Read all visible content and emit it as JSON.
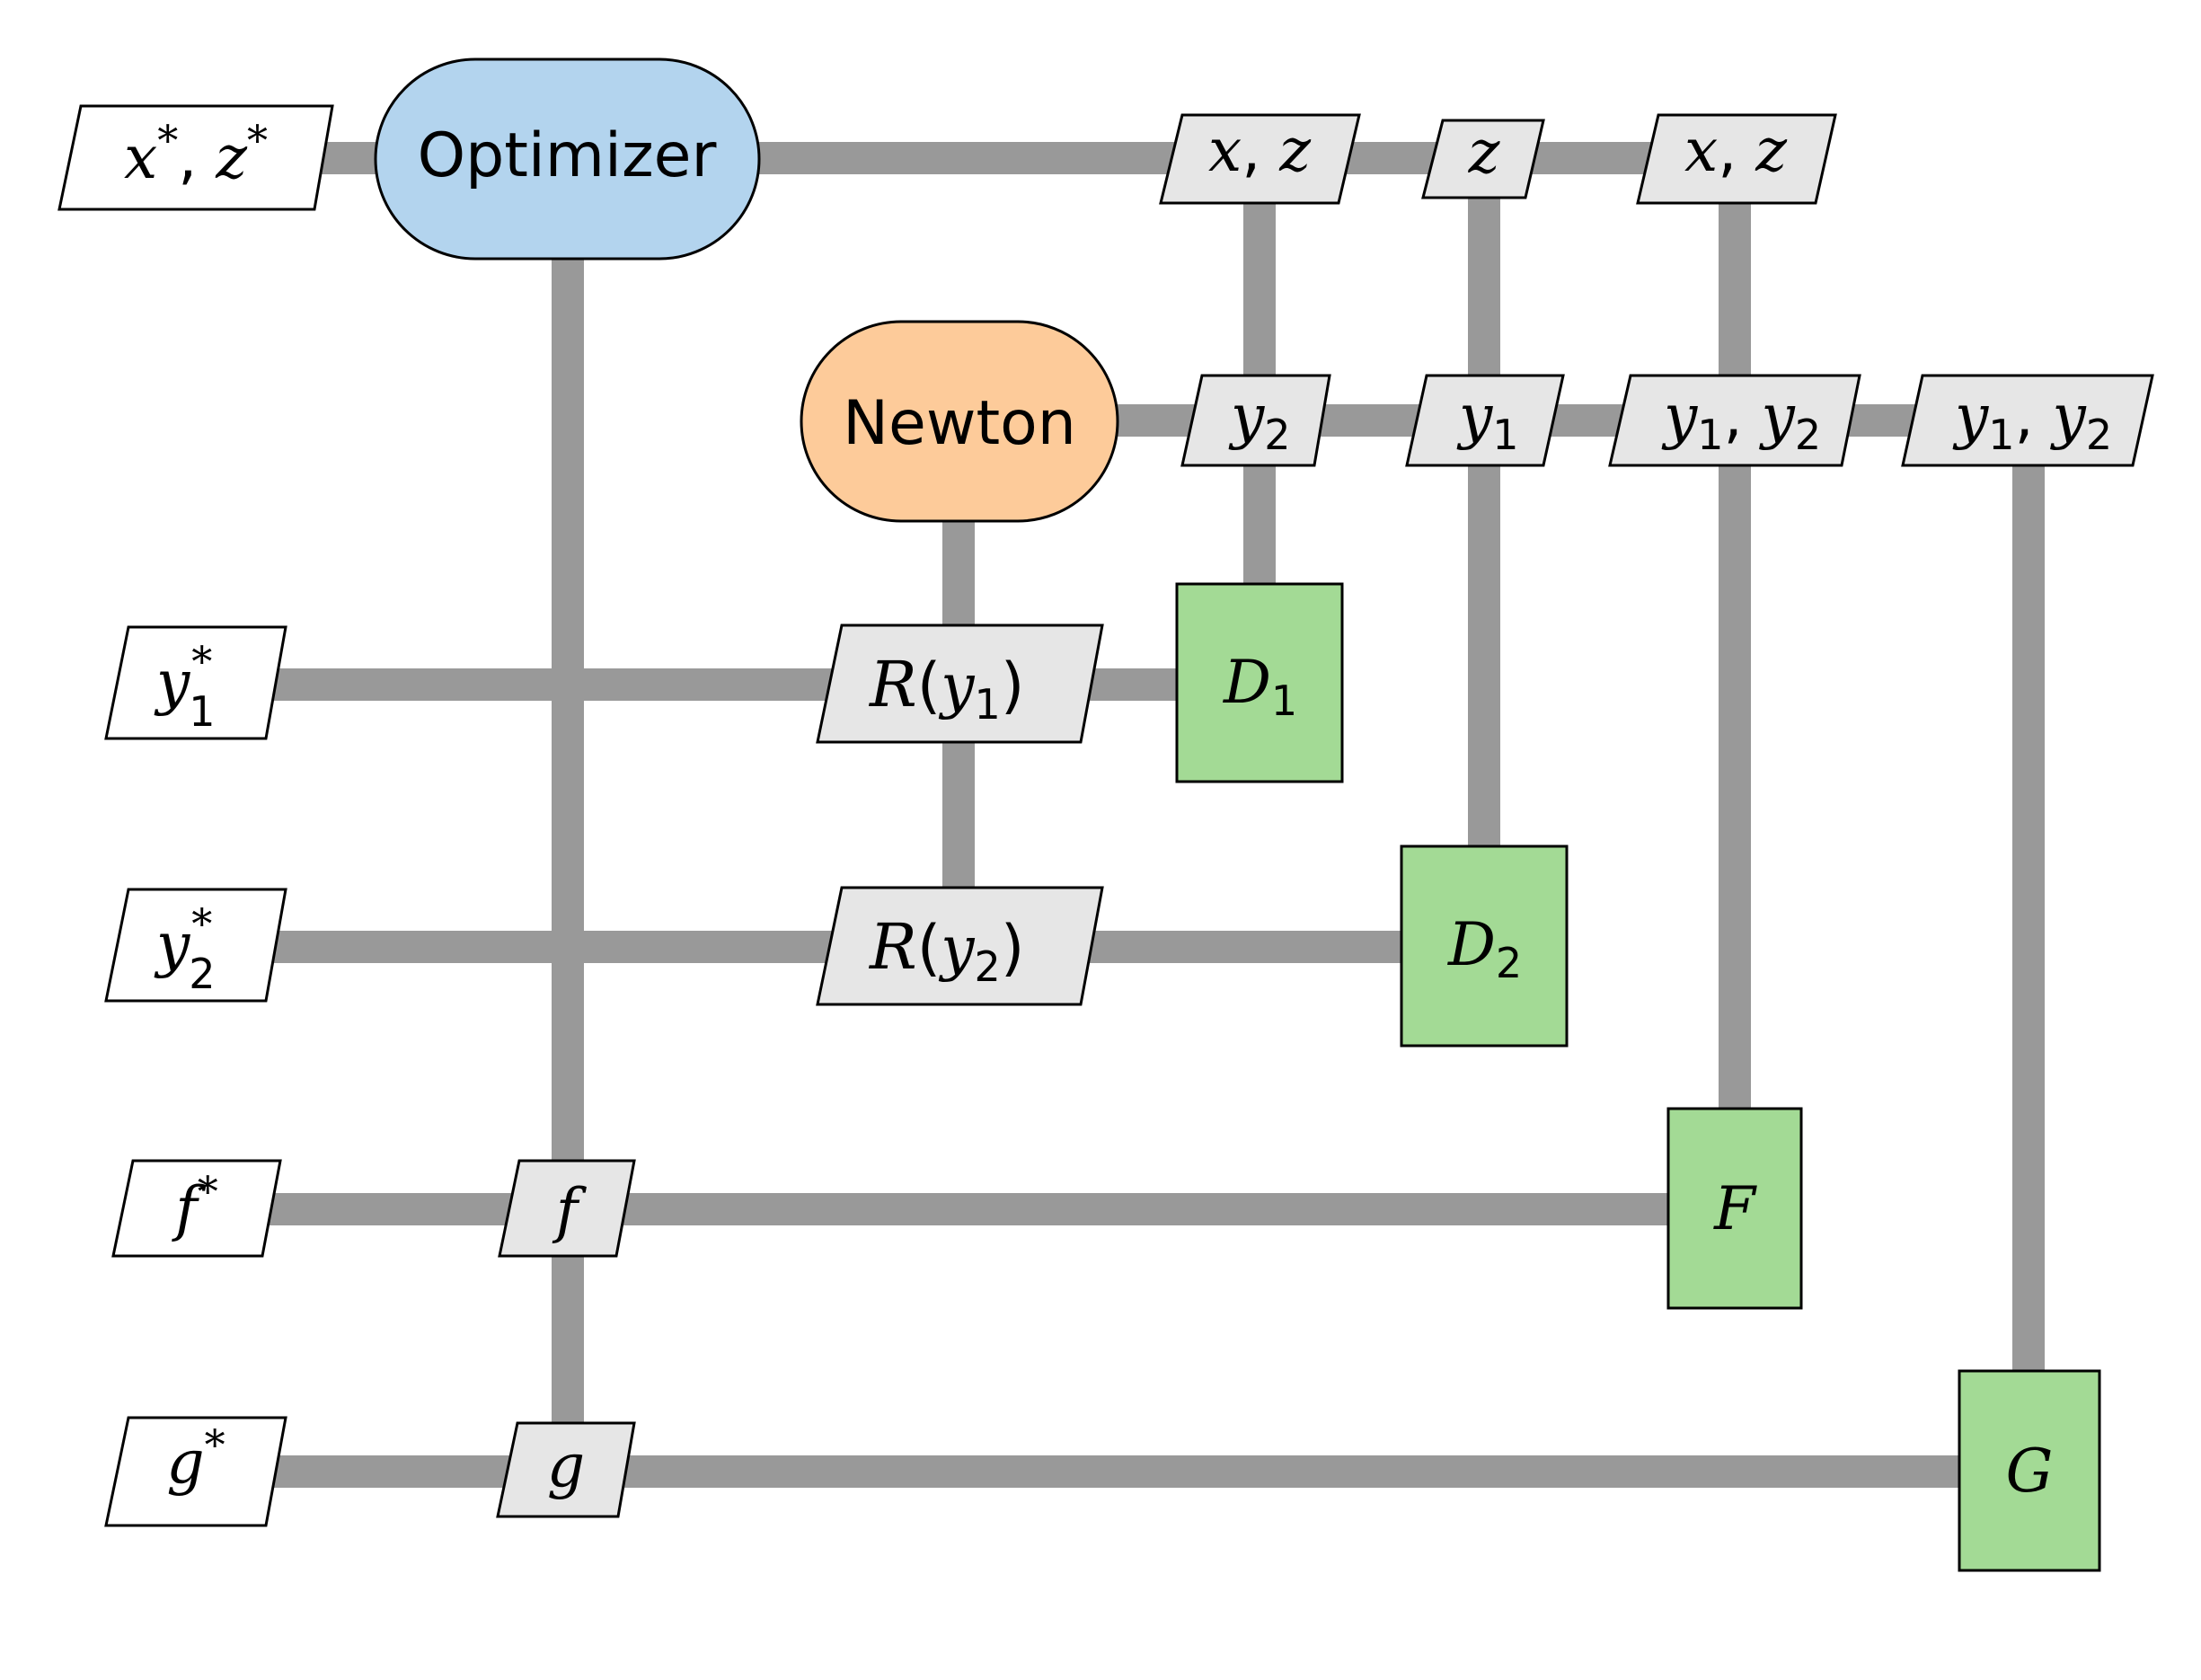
{
  "colors": {
    "connector": "#999999",
    "optimizer_fill": "#b3d4ee",
    "newton_fill": "#fdcb9a",
    "discipline_fill": "#a3da95",
    "variable_fill": "#e6e6e6",
    "input_fill": "#ffffff"
  },
  "optimizer": {
    "label": "Optimizer"
  },
  "newton": {
    "label": "Newton"
  },
  "inputs": {
    "xz_star": {
      "base": "x",
      "sup1": "*",
      "sep": ", ",
      "base2": "z",
      "sup2": "*"
    },
    "y1_star": {
      "base": "y",
      "sub": "1",
      "sup": "*"
    },
    "y2_star": {
      "base": "y",
      "sub": "2",
      "sup": "*"
    },
    "f_star": {
      "base": "f",
      "sup": "*"
    },
    "g_star": {
      "base": "g",
      "sup": "*"
    }
  },
  "top_vars": {
    "xz_d1": {
      "a": "x",
      "sep": ", ",
      "b": "z"
    },
    "z_d2": {
      "a": "z"
    },
    "xz_f": {
      "a": "x",
      "sep": ", ",
      "b": "z"
    }
  },
  "coupling_vars": {
    "y2_d1": {
      "base": "y",
      "sub": "2"
    },
    "y1_d2": {
      "base": "y",
      "sub": "1"
    },
    "y12_f": {
      "base1": "y",
      "sub1": "1",
      "sep": ", ",
      "base2": "y",
      "sub2": "2"
    },
    "y12_g": {
      "base1": "y",
      "sub1": "1",
      "sep": ", ",
      "base2": "y",
      "sub2": "2"
    }
  },
  "residuals": {
    "r1": {
      "op": "R",
      "open": "(",
      "base": "y",
      "sub": "1",
      "close": ")"
    },
    "r2": {
      "op": "R",
      "open": "(",
      "base": "y",
      "sub": "2",
      "close": ")"
    }
  },
  "outputs": {
    "f": {
      "label": "f"
    },
    "g": {
      "label": "g"
    }
  },
  "disciplines": {
    "d1": {
      "base": "D",
      "sub": "1"
    },
    "d2": {
      "base": "D",
      "sub": "2"
    },
    "F": {
      "base": "F"
    },
    "G": {
      "base": "G"
    }
  }
}
